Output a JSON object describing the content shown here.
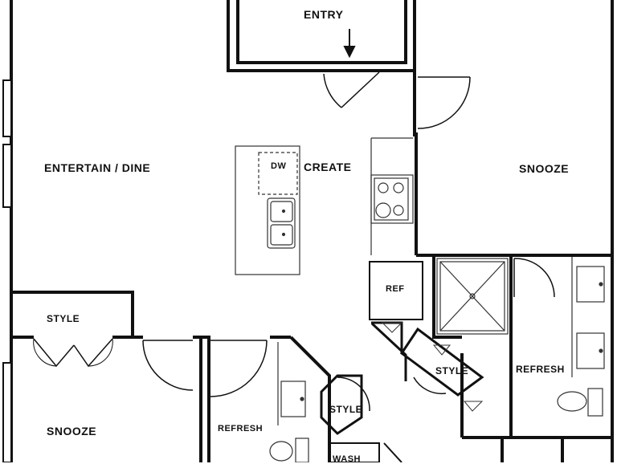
{
  "rooms": {
    "entry": "ENTRY",
    "entertain_dine": "ENTERTAIN / DINE",
    "create": "CREATE",
    "snooze_right": "SNOOZE",
    "snooze_left": "SNOOZE",
    "style_left": "STYLE",
    "style_center": "STYLE",
    "style_right": "STYLE",
    "refresh_center": "REFRESH",
    "refresh_right": "REFRESH",
    "wash": "WASH"
  },
  "fixtures": {
    "dishwasher": "DW",
    "refrigerator": "REF"
  },
  "colors": {
    "wall": "#111111",
    "background": "#ffffff",
    "fixture": "#333333"
  }
}
